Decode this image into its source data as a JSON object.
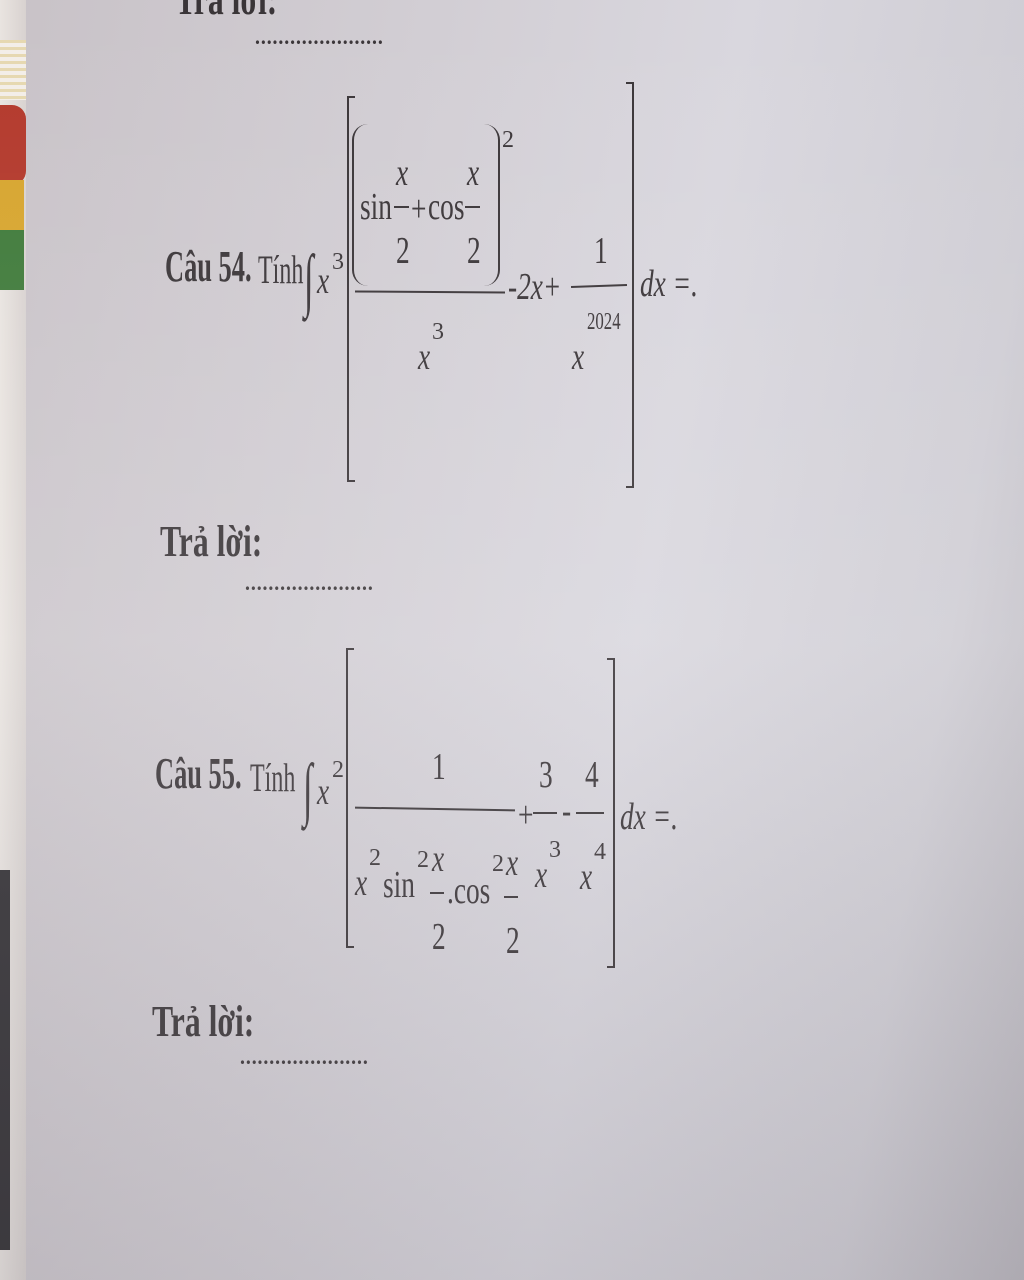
{
  "colors": {
    "ink": "#3a3538",
    "paper": "#d2ced4"
  },
  "previous_answer": {
    "label": "Trả lời:",
    "dots": "......................"
  },
  "q54": {
    "label": "Câu 54.",
    "verb": "Tính",
    "integral": "∫",
    "x": "x",
    "x_exp": "3",
    "sin": "sin",
    "cos": "cos",
    "plus": "+",
    "half_num": "x",
    "half_den": "2",
    "outer_exp": "2",
    "den_x": "x",
    "den_exp": "3",
    "mid": "-2x+",
    "frac_num": "1",
    "frac_den_x": "x",
    "frac_den_exp": "2024",
    "tail": "dx =."
  },
  "answer54": {
    "label": "Trả lời:",
    "dots": "......................"
  },
  "q55": {
    "label": "Câu 55.",
    "verb": "Tính",
    "integral": "∫",
    "x": "x",
    "x_exp": "2",
    "num": "1",
    "den_x": "x",
    "den_x_exp": "2",
    "sin": "sin",
    "sin_exp": "2",
    "dot_cos": ".cos",
    "cos_exp": "2",
    "half_num": "x",
    "half_den": "2",
    "plus": "+",
    "n3": "3",
    "d3_x": "x",
    "d3_exp": "3",
    "minus": "-",
    "n4": "4",
    "d4_x": "x",
    "d4_exp": "4",
    "tail": "dx =."
  },
  "answer55": {
    "label": "Trả lời:",
    "dots": "......................"
  }
}
